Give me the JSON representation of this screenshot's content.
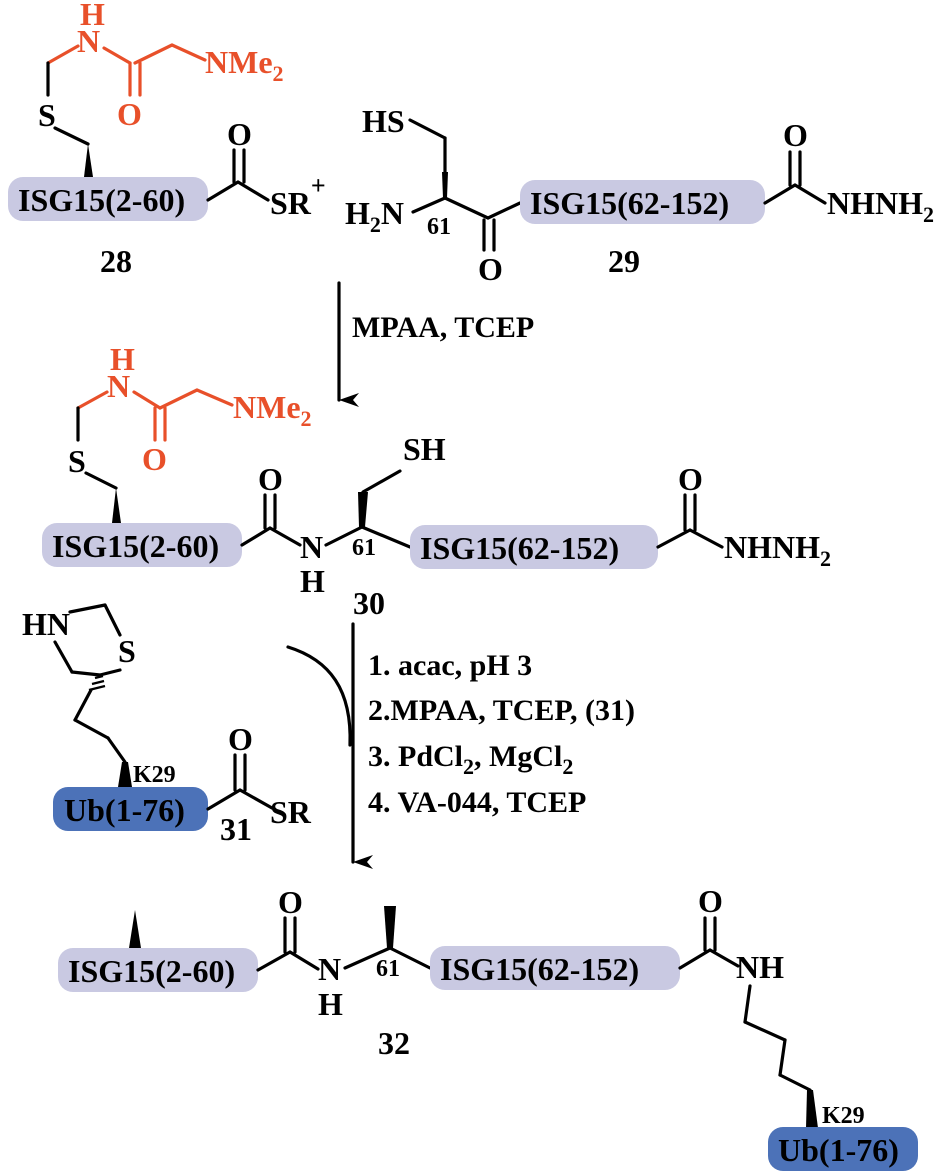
{
  "colors": {
    "isg15_box": "#c9c9e2",
    "ub_box": "#4c72b8",
    "auxiliary": "#e8502a",
    "ink": "#000000"
  },
  "labels": {
    "isg15_n": "ISG15(2-60)",
    "isg15_c": "ISG15(62-152)",
    "ub": "Ub(1-76)"
  },
  "atoms": {
    "H": "H",
    "N": "N",
    "NMe": "NMe",
    "two": "2",
    "O": "O",
    "S": "S",
    "SR": "SR",
    "plus": "+",
    "HS": "HS",
    "SH": "SH",
    "HN": "HN",
    "NH": "NH",
    "NHNH": "NHNH",
    "H2N_H": "H"
  },
  "locants": {
    "p61": "61",
    "k29": "K29"
  },
  "compounds": {
    "c28": "28",
    "c29": "29",
    "c30": "30",
    "c31": "31",
    "c32": "32"
  },
  "conditions": {
    "step1": "MPAA, TCEP",
    "step2_1": "1. acac, pH 3",
    "step2_2": "2.MPAA, TCEP, (31)",
    "step2_3a": "3. PdCl",
    "step2_3b": ", MgCl",
    "step2_4": "4. VA-044, TCEP"
  }
}
